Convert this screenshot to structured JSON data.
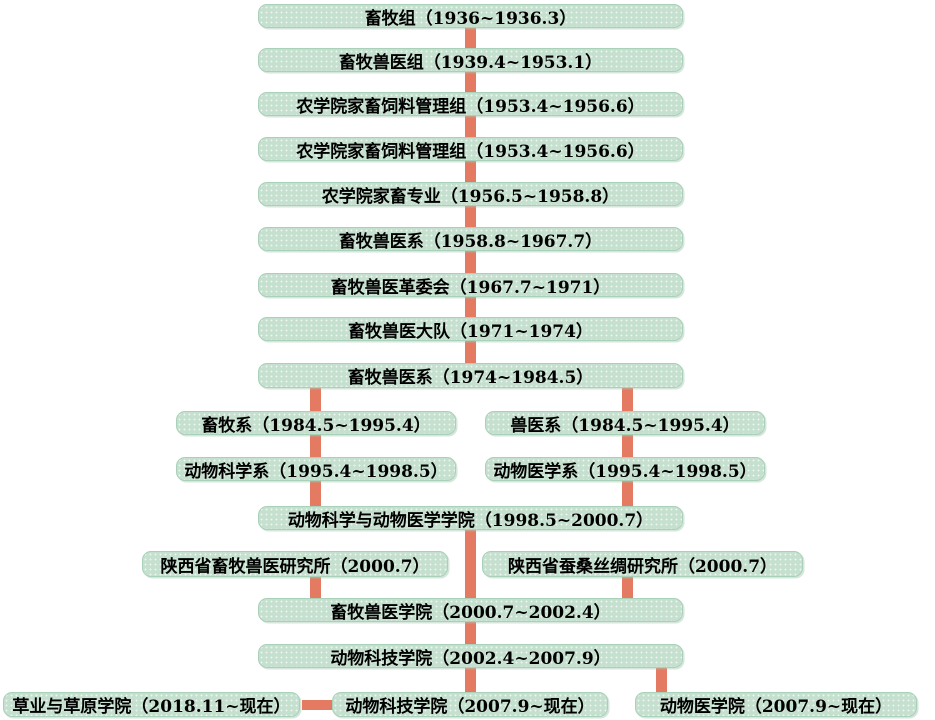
{
  "diagram": {
    "type": "org-history-flowchart",
    "nodes": [
      {
        "id": 0,
        "label": "畜牧组（1936~1936.3）"
      },
      {
        "id": 1,
        "label": "畜牧兽医组（1939.4~1953.1）"
      },
      {
        "id": 2,
        "label": "农学院家畜饲料管理组（1953.4~1956.6）"
      },
      {
        "id": 3,
        "label": "农学院家畜饲料管理组（1953.4~1956.6）"
      },
      {
        "id": 4,
        "label": "农学院家畜专业（1956.5~1958.8）"
      },
      {
        "id": 5,
        "label": "畜牧兽医系（1958.8~1967.7）"
      },
      {
        "id": 6,
        "label": "畜牧兽医革委会（1967.7~1971）"
      },
      {
        "id": 7,
        "label": "畜牧兽医大队（1971~1974）"
      },
      {
        "id": 8,
        "label": "畜牧兽医系（1974~1984.5）"
      },
      {
        "id": 9,
        "label": "畜牧系（1984.5~1995.4）"
      },
      {
        "id": 10,
        "label": "兽医系（1984.5~1995.4）"
      },
      {
        "id": 11,
        "label": "动物科学系（1995.4~1998.5）"
      },
      {
        "id": 12,
        "label": "动物医学系（1995.4~1998.5）"
      },
      {
        "id": 13,
        "label": "动物科学与动物医学学院（1998.5~2000.7）"
      },
      {
        "id": 14,
        "label": "陕西省畜牧兽医研究所（2000.7）"
      },
      {
        "id": 15,
        "label": "陕西省蚕桑丝绸研究所（2000.7）"
      },
      {
        "id": 16,
        "label": "畜牧兽医学院（2000.7~2002.4）"
      },
      {
        "id": 17,
        "label": "动物科技学院（2002.4~2007.9）"
      },
      {
        "id": 18,
        "label": "草业与草原学院（2018.11~现在）"
      },
      {
        "id": 19,
        "label": "动物科技学院（2007.9~现在）"
      },
      {
        "id": 20,
        "label": "动物医学院（2007.9~现在）"
      }
    ],
    "edges": [
      [
        0,
        1
      ],
      [
        1,
        2
      ],
      [
        2,
        3
      ],
      [
        3,
        4
      ],
      [
        4,
        5
      ],
      [
        5,
        6
      ],
      [
        6,
        7
      ],
      [
        7,
        8
      ],
      [
        8,
        9
      ],
      [
        8,
        10
      ],
      [
        9,
        11
      ],
      [
        10,
        12
      ],
      [
        11,
        13
      ],
      [
        12,
        13
      ],
      [
        13,
        14
      ],
      [
        13,
        15
      ],
      [
        13,
        16
      ],
      [
        14,
        16
      ],
      [
        15,
        16
      ],
      [
        16,
        17
      ],
      [
        17,
        19
      ],
      [
        17,
        20
      ],
      [
        18,
        19
      ]
    ]
  },
  "colors": {
    "box_fill": "#c6e0cf",
    "box_border": "#a9d0b9",
    "connector": "#e37a61",
    "text": "#000000",
    "background": "#ffffff"
  }
}
